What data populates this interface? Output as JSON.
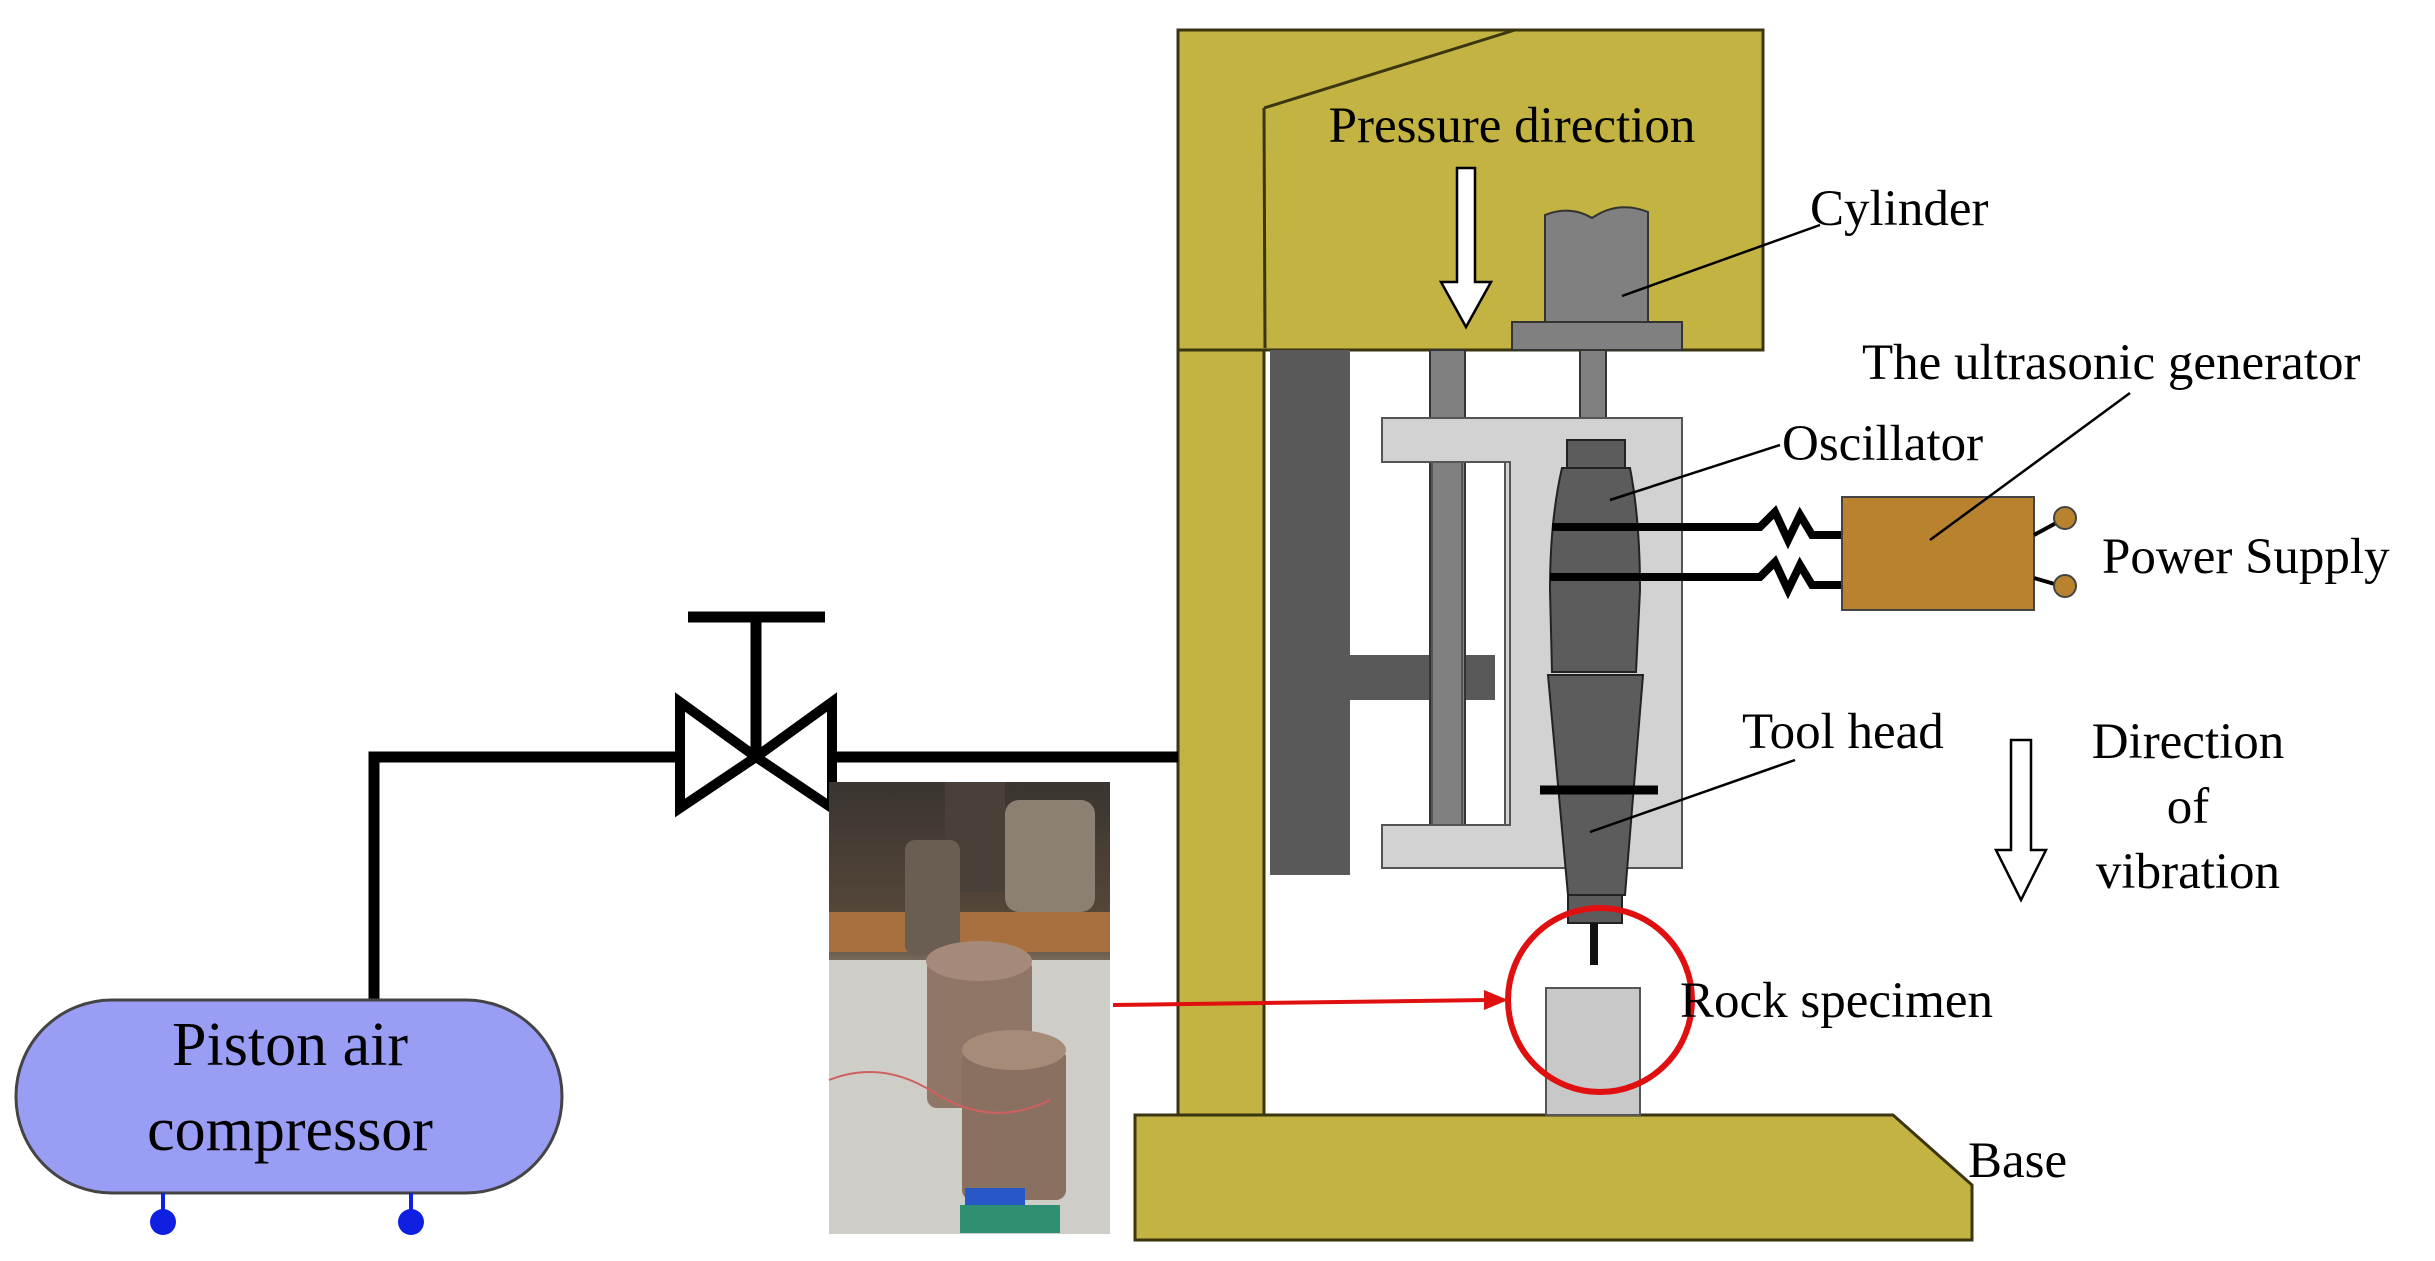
{
  "labels": {
    "pressure_direction": "Pressure direction",
    "cylinder": "Cylinder",
    "ultrasonic_generator": "The ultrasonic generator",
    "oscillator": "Oscillator",
    "power_supply": "Power Supply",
    "tool_head": "Tool head",
    "direction_of_vibration": [
      "Direction",
      "of",
      "vibration"
    ],
    "rock_specimen": "Rock specimen",
    "base": "Base",
    "compressor": [
      "Piston air",
      "compressor"
    ]
  },
  "colors": {
    "frame": "#C3B343",
    "frame_outline": "#3b3510",
    "carriage": "#D2D2D2",
    "dark_block": "#595959",
    "oscillator_body": "#5C5C5C",
    "cylinder_body": "#808080",
    "specimen": "#C8C8C8",
    "generator": "#B8822F",
    "compressor": "#9A9DF4",
    "compressor_feet": "#1020E0",
    "highlight_circle": "#E01010",
    "pointer_arrow": "#E01010",
    "pipe": "#000000"
  },
  "photo": {
    "content": "photo of cylindrical rock specimens under the ultrasonic tool head"
  }
}
